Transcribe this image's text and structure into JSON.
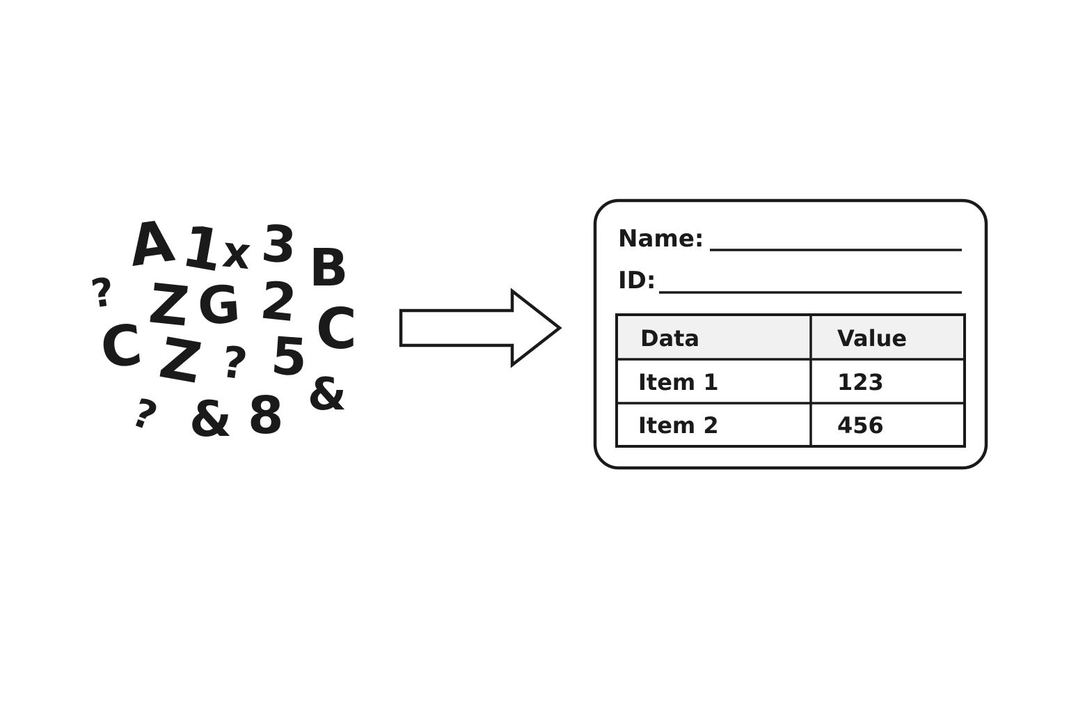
{
  "scrambled_characters": [
    "A",
    "1",
    "x",
    "3",
    "B",
    "?",
    "Z",
    "G",
    "2",
    "C",
    "C",
    "Z",
    "?",
    "5",
    "&",
    "?",
    "&",
    "8"
  ],
  "form": {
    "name_label": "Name:",
    "id_label": "ID:",
    "table": {
      "headers": [
        "Data",
        "Value"
      ],
      "rows": [
        [
          "Item 1",
          "123"
        ],
        [
          "Item 2",
          "456"
        ]
      ]
    }
  },
  "colors": {
    "ink": "#1a1a1a",
    "header_fill": "#f1f1f1",
    "background": "#ffffff"
  }
}
